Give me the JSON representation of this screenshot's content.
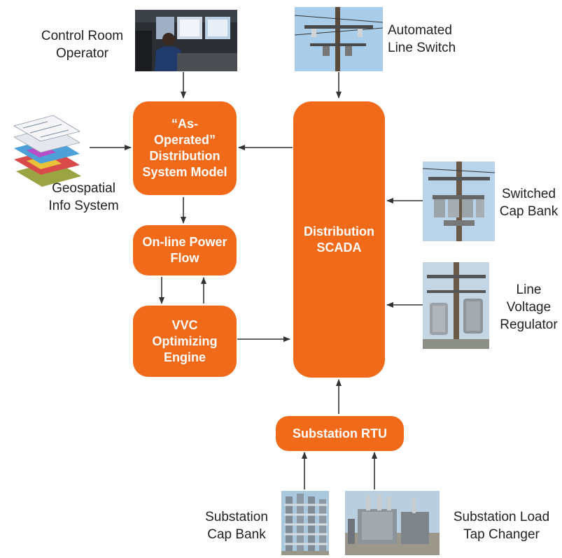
{
  "boxes": {
    "as_operated": [
      "“As-",
      "Operated”",
      "Distribution",
      "System Model"
    ],
    "power_flow": [
      "On-line Power",
      "Flow"
    ],
    "vvc": [
      "VVC",
      "Optimizing",
      "Engine"
    ],
    "scada": [
      "Distribution",
      "SCADA"
    ],
    "rtu": [
      "Substation RTU"
    ]
  },
  "labels": {
    "control_room": [
      "Control Room",
      "Operator"
    ],
    "gis": [
      "Geospatial",
      "Info System"
    ],
    "line_switch": [
      "Automated",
      "Line Switch"
    ],
    "cap_bank": [
      "Switched",
      "Cap Bank"
    ],
    "regulator": [
      "Line",
      "Voltage",
      "Regulator"
    ],
    "sub_cap_bank": [
      "Substation",
      "Cap Bank"
    ],
    "tap_changer": [
      "Substation Load",
      "Tap Changer"
    ]
  },
  "colors": {
    "box": "#f06a1a",
    "arrow": "#333333",
    "text": "#222222"
  },
  "icons": [
    "control-room-photo",
    "gis-layers-icon",
    "line-switch-photo",
    "cap-bank-photo",
    "regulator-photo",
    "substation-cap-bank-photo",
    "tap-changer-photo"
  ]
}
